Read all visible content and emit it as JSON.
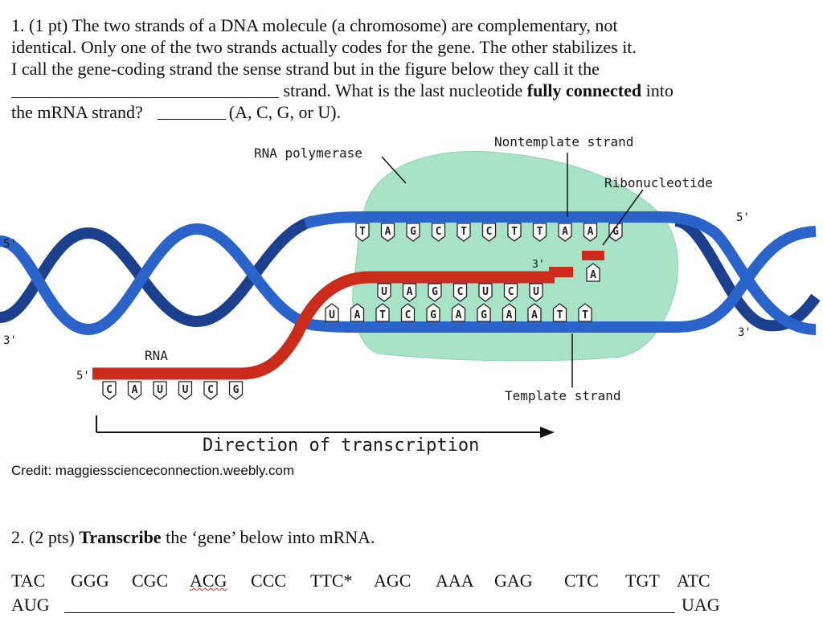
{
  "question1": {
    "line1": "1. (1 pt) The two strands of a DNA molecule (a chromosome) are complementary, not",
    "line2": "identical. Only one of the two strands actually codes for the gene. The other stabilizes it.",
    "line3": "I call the gene-coding strand the sense strand but in the figure below they call it the",
    "line4_text_a": "strand. What is the last nucleotide ",
    "line4_bold": "fully connected",
    "line4_text_b": " into",
    "line5_text_a": "the mRNA strand?",
    "line5_text_b": "(A, C, G, or U)."
  },
  "figure": {
    "labels": {
      "rna_polymerase": "RNA polymerase",
      "nontemplate_strand": "Nontemplate strand",
      "ribonucleotide": "Ribonucleotide",
      "template_strand": "Template strand",
      "rna": "RNA",
      "direction": "Direction of transcription",
      "five_prime_left": "5'",
      "three_prime_left": "3'",
      "five_prime_right": "5'",
      "three_prime_right": "3'",
      "five_prime_rna": "5'",
      "three_prime_rna": "3'"
    },
    "rna_bases": [
      "C",
      "A",
      "U",
      "U",
      "C",
      "G"
    ],
    "nontemplate_bases": [
      "T",
      "A",
      "G",
      "C",
      "T",
      "C",
      "T",
      "T",
      "A",
      "A",
      "G"
    ],
    "template_bases": [
      "U",
      "A",
      "T",
      "C",
      "G",
      "A",
      "G",
      "A",
      "A",
      "T",
      "T"
    ],
    "rna_in_bubble": [
      "U",
      "A",
      "G",
      "C",
      "U",
      "C",
      "U"
    ],
    "free_base": "A",
    "colors": {
      "dna": "#2a63c9",
      "dna_dark": "#1c3f8e",
      "rna": "#cc2a1b",
      "polymerase": "#a9e3c6"
    }
  },
  "credit": "Credit: maggiesscienceconnection.weebly.com",
  "question2": {
    "prefix": "2. (2 pts) ",
    "bold": "Transcribe",
    "rest": " the ‘gene’ below into mRNA."
  },
  "sequence": [
    "TAC",
    "GGG",
    "CGC",
    "ACG",
    "CCC",
    "TTC*",
    "AGC",
    "AAA",
    "GAG",
    "CTC",
    "TGT",
    "ATC"
  ],
  "answer": {
    "start": "AUG",
    "end": "UAG"
  }
}
